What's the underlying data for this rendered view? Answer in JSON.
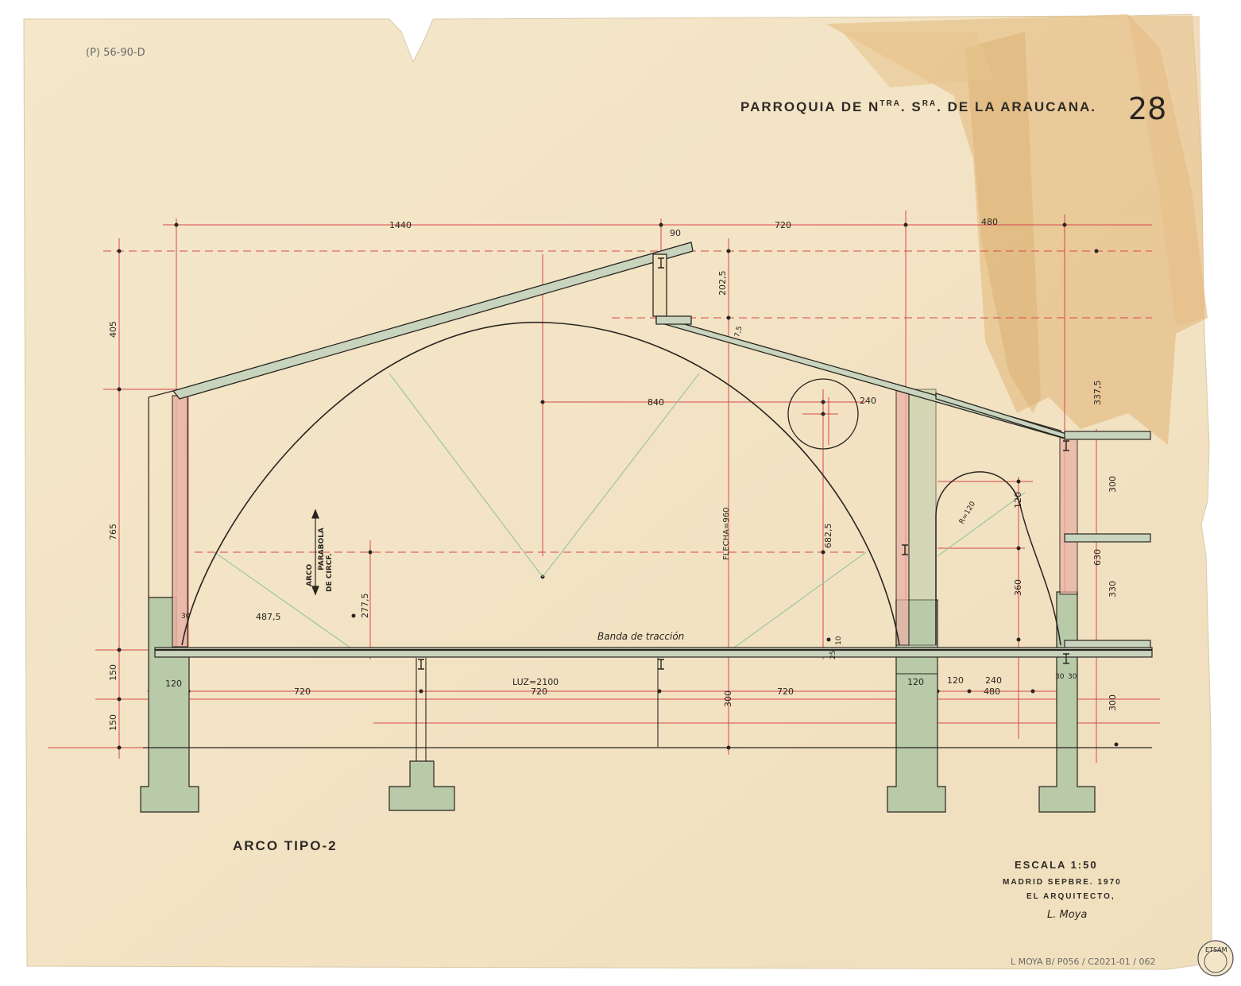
{
  "sheet": {
    "ref_code": "(P) 56-90-D",
    "title_prefix": "PARROQUIA DE N",
    "title_sup1": "TRA",
    "title_mid": ". S",
    "title_sup2": "RA",
    "title_suffix": ". DE LA ARAUCANA.",
    "sheet_number": "28",
    "drawing_name": "ARCO TIPO-2",
    "scale": "ESCALA 1:50",
    "place_date": "MADRID SEPBRE. 1970",
    "architect": "EL ARQUITECTO,",
    "signature": "L. Moya",
    "archive_code": "L MOYA B/ P056 / C2021-01 / 062",
    "stamp": "ETSAM"
  },
  "labels": {
    "arch_type_1": "ARCO",
    "arch_type_2": "PARABOLA",
    "arch_type_3": "DE CIRCF.",
    "flecha": "FLECHA=960",
    "luz": "LUZ=2100",
    "tie_band": "Banda de tracción",
    "radius": "R=120"
  },
  "dimensions": {
    "top_left_span": "1440",
    "top_small": "90",
    "top_mid_span": "720",
    "top_right_span": "480",
    "left_upper": "405",
    "left_middle": "765",
    "left_lower_1": "150",
    "left_lower_2": "150",
    "right_upper": "337,5",
    "right_mid_1": "300",
    "right_mid_2": "630",
    "right_mid_3": "330",
    "right_lower": "300",
    "riser": "202,5",
    "riser_small": "7,5",
    "arch_width": "840",
    "circle_offset": "240",
    "arch_base_width": "487,5",
    "arch_base_rise": "277,5",
    "arch_right_height": "682,5",
    "side_arch_height": "360",
    "side_arch_top": "120",
    "foot_small": "30",
    "band_small_1": "25",
    "band_small_2": "10",
    "bottom_left_1": "120",
    "bottom_bay_1": "720",
    "bottom_bay_2": "720",
    "bottom_bay_3": "720",
    "bottom_center_depth": "300",
    "bottom_right_1": "120",
    "bottom_right_2": "120",
    "bottom_right_3": "240",
    "bottom_right_4": "480",
    "bottom_right_5": "30",
    "bottom_right_6": "30"
  },
  "colors": {
    "paper": "#f3e6c8",
    "ink": "#2a2520",
    "red_dim": "#d9474a",
    "green_wash": "#b9caa8",
    "pink_wash": "#e9b3a6",
    "tape": "#e6c48c"
  }
}
